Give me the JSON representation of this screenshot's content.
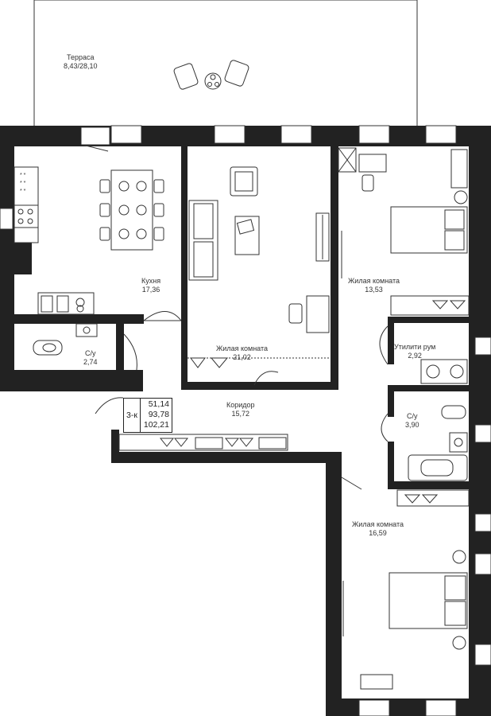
{
  "plan": {
    "rooms": [
      {
        "id": "terrace",
        "name": "Терраса",
        "area": "8,43/28,10"
      },
      {
        "id": "kitchen",
        "name": "Кухня",
        "area": "17,36"
      },
      {
        "id": "living1",
        "name": "Жилая комната",
        "area": "21,02"
      },
      {
        "id": "living2",
        "name": "Жилая комната",
        "area": "13,53"
      },
      {
        "id": "bath1",
        "name": "С/у",
        "area": "2,74"
      },
      {
        "id": "utility",
        "name": "Утилити рум",
        "area": "2,92"
      },
      {
        "id": "corridor",
        "name": "Коридор",
        "area": "15,72"
      },
      {
        "id": "bath2",
        "name": "С/у",
        "area": "3,90"
      },
      {
        "id": "living3",
        "name": "Жилая комната",
        "area": "16,59"
      }
    ],
    "summary": {
      "type": "3-к",
      "living_area": "51,14",
      "total_area": "93,78",
      "total_with_terrace": "102,21"
    },
    "colors": {
      "wall": "#222222",
      "line": "#333333",
      "bed": "#555555"
    }
  }
}
